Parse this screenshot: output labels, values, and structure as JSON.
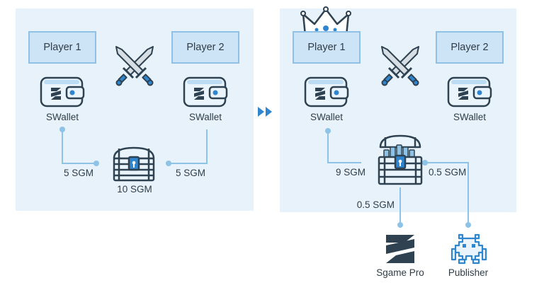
{
  "before": {
    "player1": "Player 1",
    "player2": "Player 2",
    "wallet1": "SWallet",
    "wallet2": "SWallet",
    "stake1": "5 SGM",
    "stake2": "5 SGM",
    "pot": "10 SGM"
  },
  "after": {
    "player1": "Player 1",
    "player2": "Player 2",
    "wallet1": "SWallet",
    "wallet2": "SWallet",
    "winner_payout": "9 SGM",
    "publisher_payout": "0.5 SGM",
    "platform_payout": "0.5 SGM",
    "platform": "Sgame Pro",
    "publisher": "Publisher"
  },
  "colors": {
    "panel": "#e8f2fb",
    "box_fill": "#cde3f6",
    "box_border": "#8fc0e6",
    "accent": "#2f86cf",
    "dark": "#2f4251",
    "connector": "#8ec3e8"
  }
}
